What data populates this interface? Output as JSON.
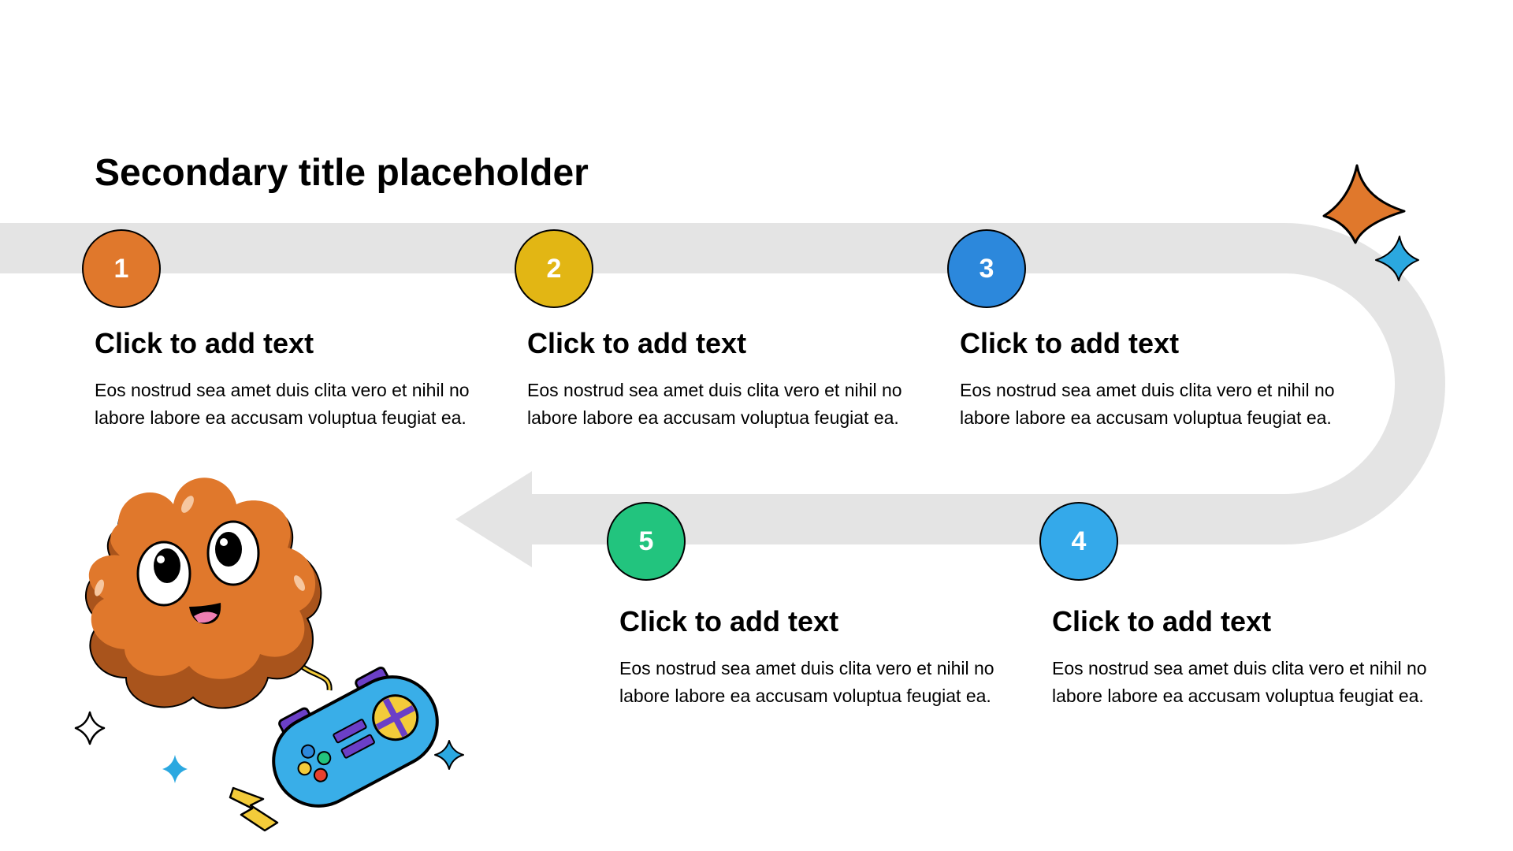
{
  "slide": {
    "title": "Secondary title placeholder"
  },
  "steps": [
    {
      "number": "1",
      "heading": "Click to add text",
      "body": "Eos nostrud sea amet duis clita vero et nihil no labore labore ea accusam voluptua feugiat ea.",
      "color": "#E0782C"
    },
    {
      "number": "2",
      "heading": "Click to add text",
      "body": "Eos nostrud sea amet duis clita vero et nihil no labore labore ea accusam voluptua feugiat ea.",
      "color": "#E2B614"
    },
    {
      "number": "3",
      "heading": "Click to add text",
      "body": "Eos nostrud sea amet duis clita vero et nihil no labore labore ea accusam voluptua feugiat ea.",
      "color": "#2C88DC"
    },
    {
      "number": "4",
      "heading": "Click to add text",
      "body": "Eos nostrud sea amet duis clita vero et nihil no labore labore ea accusam voluptua feugiat ea.",
      "color": "#34A9EA"
    },
    {
      "number": "5",
      "heading": "Click to add text",
      "body": "Eos nostrud sea amet duis clita vero et nihil no labore labore ea accusam voluptua feugiat ea.",
      "color": "#22C47E"
    }
  ],
  "colors": {
    "path": "#E4E4E4",
    "mascot": "#E0782C",
    "controller": "#39AEE8",
    "sparkle_orange": "#E0782C",
    "sparkle_blue": "#2BA8E0",
    "bolt": "#F3CB3A"
  },
  "decorations": {
    "mascot": "orange-blob-character",
    "controller": "game-controller",
    "sparkles": "sparkle-stars",
    "bolt": "lightning-bolt"
  }
}
